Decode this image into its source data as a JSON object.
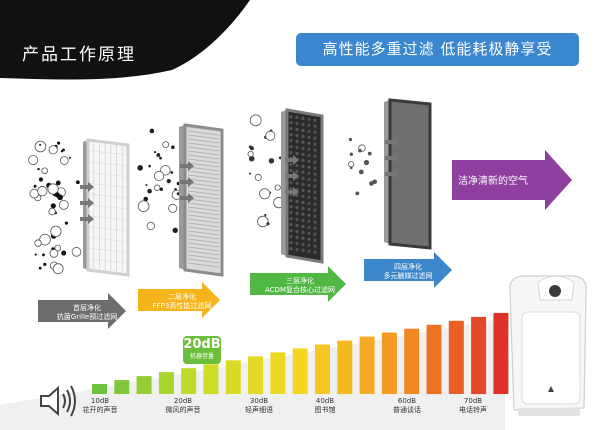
{
  "header": {
    "title": "产品工作原理"
  },
  "slogan": "高性能多重过滤 低能耗极静享受",
  "stages": [
    {
      "line1": "首层净化",
      "line2": "抗菌Grille预过滤网",
      "color": "#6d6d6d"
    },
    {
      "line1": "二层净化",
      "line2": "FFP3高性能过滤网",
      "color": "#f4b41a"
    },
    {
      "line1": "三层净化",
      "line2": "ACDM复合核心过滤网",
      "color": "#52b845"
    },
    {
      "line1": "四层净化",
      "line2": "多元触媒过滤网",
      "color": "#3c86cc"
    }
  ],
  "clean_air": {
    "label": "洁净清新的空气",
    "color": "#8e3fa0"
  },
  "noise": {
    "badge_value": "20dB",
    "badge_caption": "机器音量",
    "bar_count": 19,
    "levels": [
      {
        "db": "10dB",
        "desc": "花开的声音"
      },
      {
        "db": "20dB",
        "desc": "微风的声音"
      },
      {
        "db": "30dB",
        "desc": "轻声细语"
      },
      {
        "db": "40dB",
        "desc": "图书馆"
      },
      {
        "db": "60dB",
        "desc": "普通谈话"
      },
      {
        "db": "70dB",
        "desc": "电话铃声"
      }
    ]
  },
  "icons": {
    "speaker": "speaker-icon",
    "purifier": "air-purifier-icon"
  }
}
